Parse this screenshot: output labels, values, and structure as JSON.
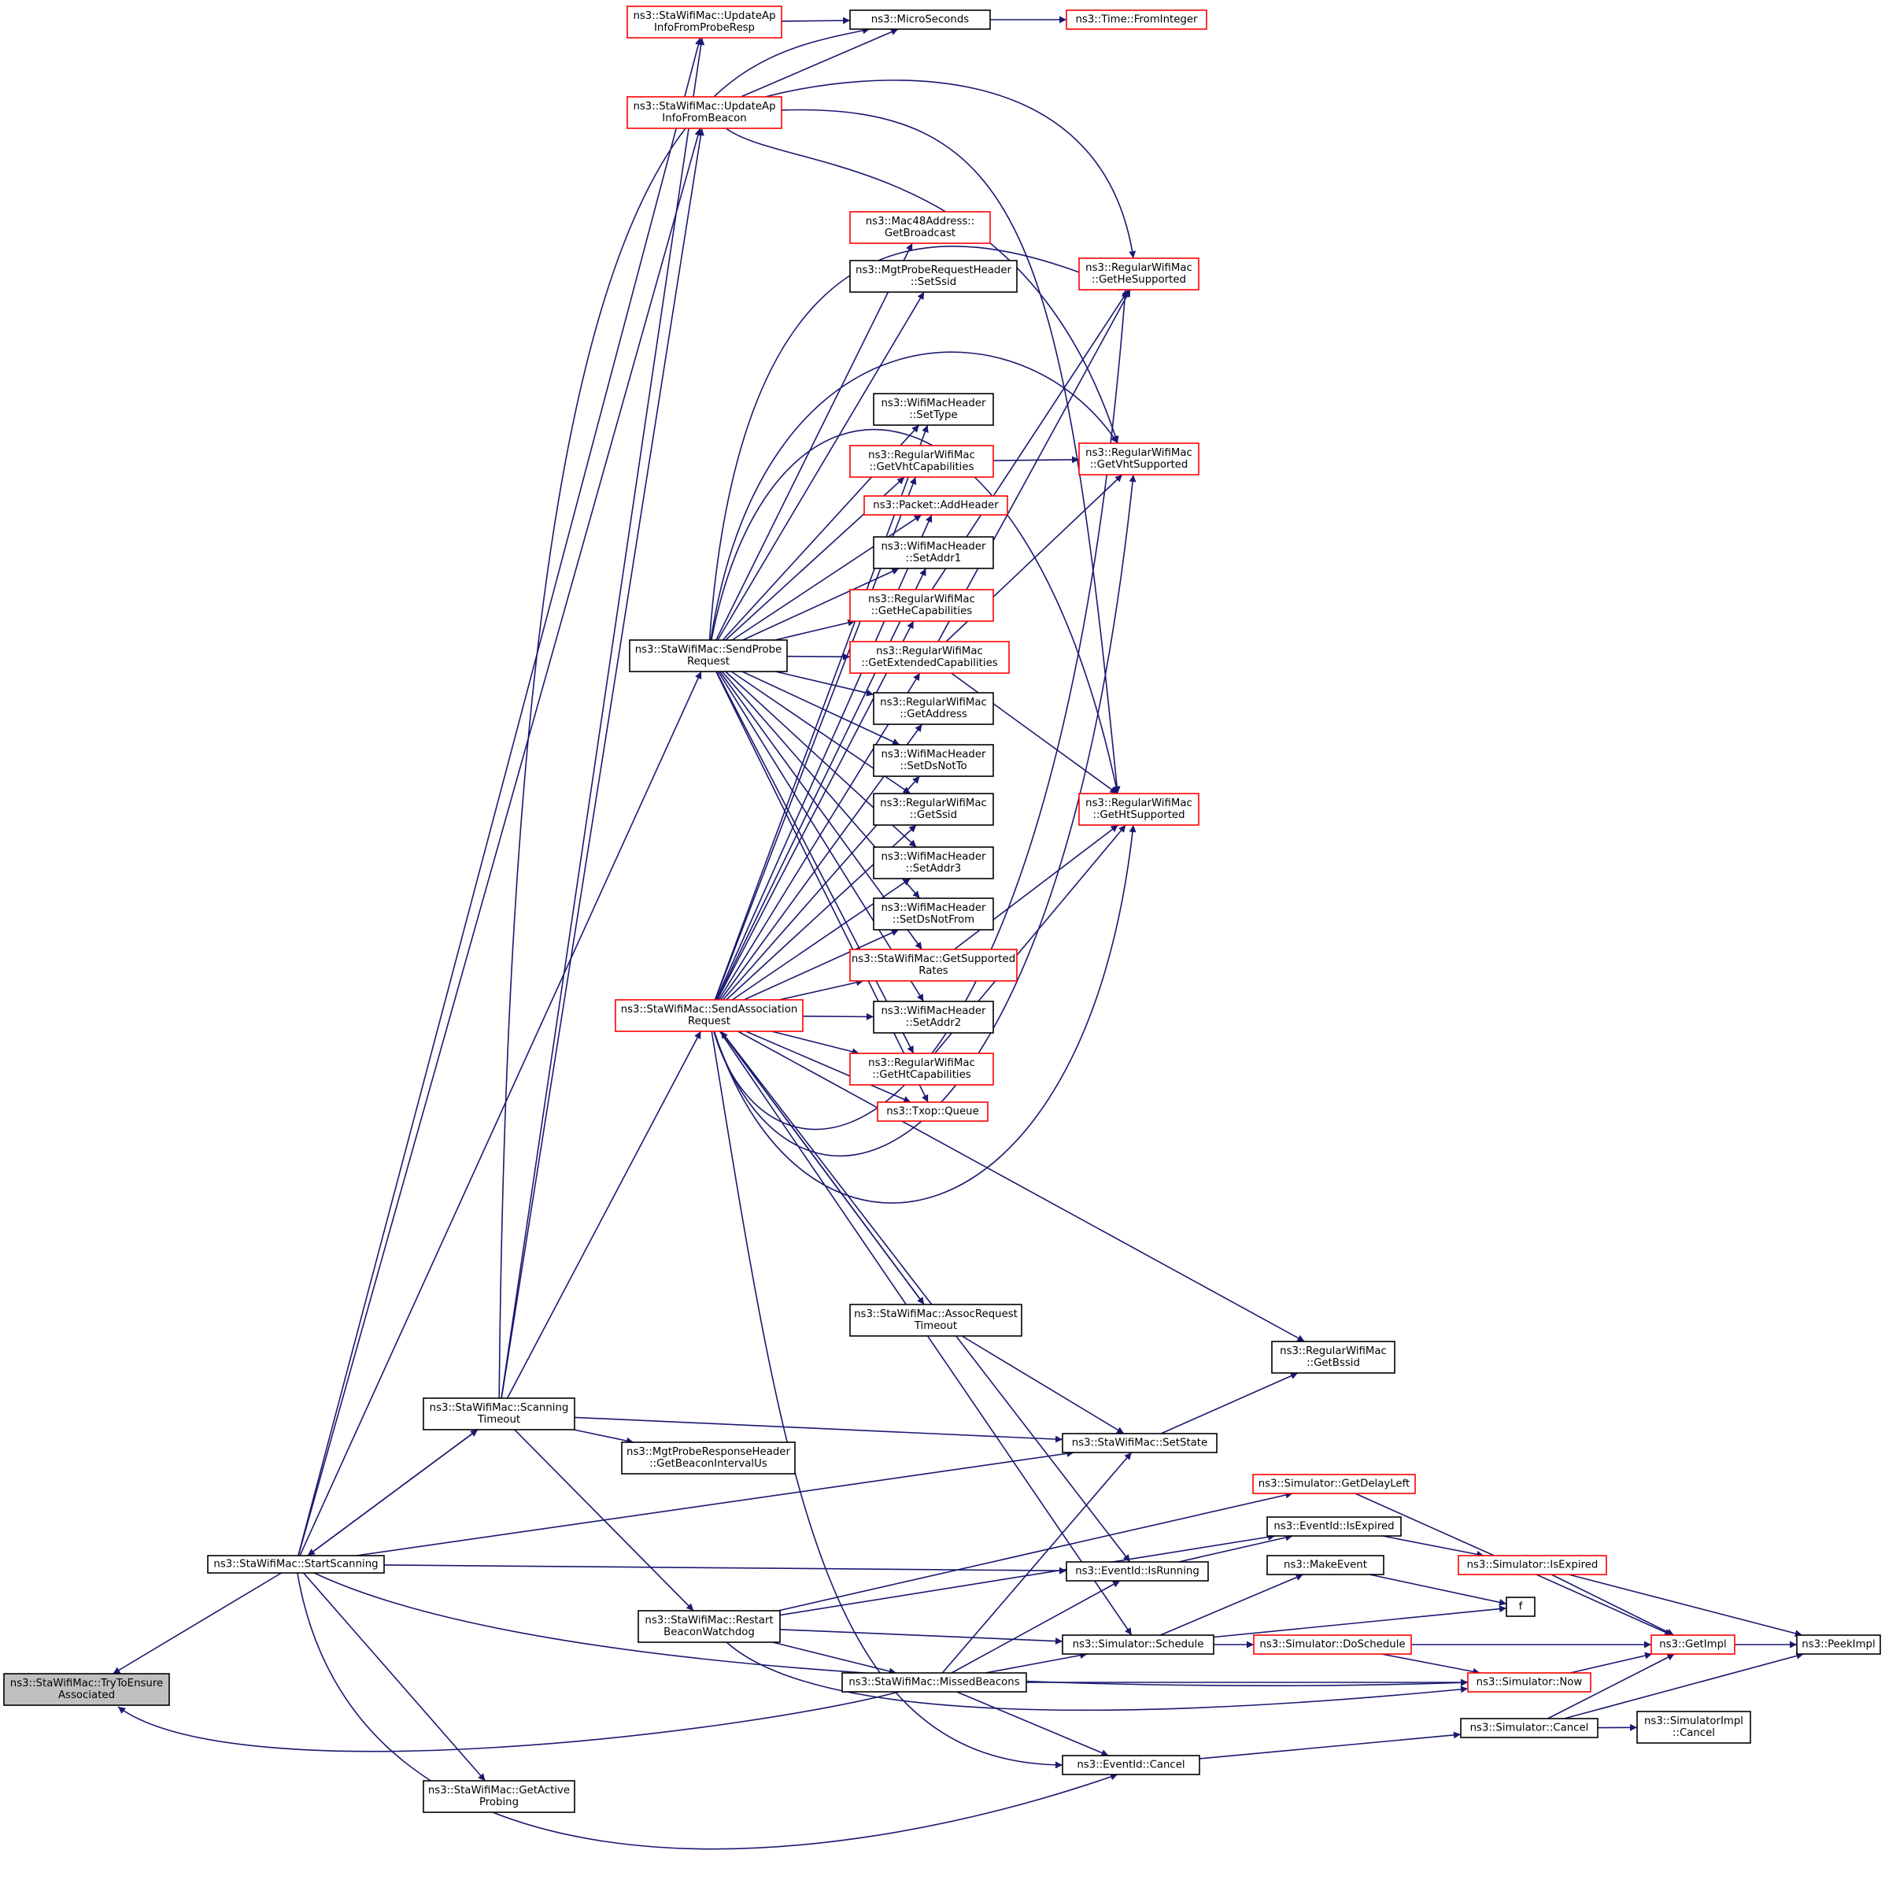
{
  "colors": {
    "edge": "#191970",
    "box_border": "#000000",
    "incomplete_border": "#ff0000",
    "focus_fill": "#bfbfbf"
  },
  "nodes": [
    {
      "id": "TryToEnsure",
      "lines": [
        "ns3::StaWifiMac::TryToEnsure",
        "Associated"
      ],
      "style": "focus"
    },
    {
      "id": "StartScanning",
      "lines": [
        "ns3::StaWifiMac::StartScanning"
      ],
      "style": "normal"
    },
    {
      "id": "ScanningTimeout",
      "lines": [
        "ns3::StaWifiMac::Scanning",
        "Timeout"
      ],
      "style": "normal"
    },
    {
      "id": "GetActiveProbing",
      "lines": [
        "ns3::StaWifiMac::GetActive",
        "Probing"
      ],
      "style": "normal"
    },
    {
      "id": "UpdateApProbe",
      "lines": [
        "ns3::StaWifiMac::UpdateAp",
        "InfoFromProbeResp"
      ],
      "style": "red"
    },
    {
      "id": "UpdateApBeacon",
      "lines": [
        "ns3::StaWifiMac::UpdateAp",
        "InfoFromBeacon"
      ],
      "style": "red"
    },
    {
      "id": "SendProbe",
      "lines": [
        "ns3::StaWifiMac::SendProbe",
        "Request"
      ],
      "style": "normal"
    },
    {
      "id": "SendAssoc",
      "lines": [
        "ns3::StaWifiMac::SendAssociation",
        "Request"
      ],
      "style": "red"
    },
    {
      "id": "MgtProbeResp",
      "lines": [
        "ns3::MgtProbeResponseHeader",
        "::GetBeaconIntervalUs"
      ],
      "style": "normal"
    },
    {
      "id": "RestartBeacon",
      "lines": [
        "ns3::StaWifiMac::Restart",
        "BeaconWatchdog"
      ],
      "style": "normal"
    },
    {
      "id": "MicroSeconds",
      "lines": [
        "ns3::MicroSeconds"
      ],
      "style": "normal"
    },
    {
      "id": "FromInteger",
      "lines": [
        "ns3::Time::FromInteger"
      ],
      "style": "red"
    },
    {
      "id": "GetBroadcast",
      "lines": [
        "ns3::Mac48Address::",
        "GetBroadcast"
      ],
      "style": "red"
    },
    {
      "id": "SetSsid",
      "lines": [
        "ns3::MgtProbeRequestHeader",
        "::SetSsid"
      ],
      "style": "normal"
    },
    {
      "id": "SetType",
      "lines": [
        "ns3::WifiMacHeader",
        "::SetType"
      ],
      "style": "normal"
    },
    {
      "id": "GetVhtCap",
      "lines": [
        "ns3::RegularWifiMac",
        "::GetVhtCapabilities"
      ],
      "style": "red"
    },
    {
      "id": "AddHeader",
      "lines": [
        "ns3::Packet::AddHeader"
      ],
      "style": "red"
    },
    {
      "id": "SetAddr1",
      "lines": [
        "ns3::WifiMacHeader",
        "::SetAddr1"
      ],
      "style": "normal"
    },
    {
      "id": "GetHeCap",
      "lines": [
        "ns3::RegularWifiMac",
        "::GetHeCapabilities"
      ],
      "style": "red"
    },
    {
      "id": "GetExtCap",
      "lines": [
        "ns3::RegularWifiMac",
        "::GetExtendedCapabilities"
      ],
      "style": "red"
    },
    {
      "id": "GetAddress",
      "lines": [
        "ns3::RegularWifiMac",
        "::GetAddress"
      ],
      "style": "normal"
    },
    {
      "id": "SetDsNotTo",
      "lines": [
        "ns3::WifiMacHeader",
        "::SetDsNotTo"
      ],
      "style": "normal"
    },
    {
      "id": "GetSsid",
      "lines": [
        "ns3::RegularWifiMac",
        "::GetSsid"
      ],
      "style": "normal"
    },
    {
      "id": "SetAddr3",
      "lines": [
        "ns3::WifiMacHeader",
        "::SetAddr3"
      ],
      "style": "normal"
    },
    {
      "id": "SetDsNotFrom",
      "lines": [
        "ns3::WifiMacHeader",
        "::SetDsNotFrom"
      ],
      "style": "normal"
    },
    {
      "id": "GetSupRates",
      "lines": [
        "ns3::StaWifiMac::GetSupported",
        "Rates"
      ],
      "style": "red"
    },
    {
      "id": "SetAddr2",
      "lines": [
        "ns3::WifiMacHeader",
        "::SetAddr2"
      ],
      "style": "normal"
    },
    {
      "id": "GetHtCap",
      "lines": [
        "ns3::RegularWifiMac",
        "::GetHtCapabilities"
      ],
      "style": "red"
    },
    {
      "id": "Queue",
      "lines": [
        "ns3::Txop::Queue"
      ],
      "style": "red"
    },
    {
      "id": "AssocTimeout",
      "lines": [
        "ns3::StaWifiMac::AssocRequest",
        "Timeout"
      ],
      "style": "normal"
    },
    {
      "id": "GetHeSup",
      "lines": [
        "ns3::RegularWifiMac",
        "::GetHeSupported"
      ],
      "style": "red"
    },
    {
      "id": "GetVhtSup",
      "lines": [
        "ns3::RegularWifiMac",
        "::GetVhtSupported"
      ],
      "style": "red"
    },
    {
      "id": "GetHtSup",
      "lines": [
        "ns3::RegularWifiMac",
        "::GetHtSupported"
      ],
      "style": "red"
    },
    {
      "id": "GetBssid",
      "lines": [
        "ns3::RegularWifiMac",
        "::GetBssid"
      ],
      "style": "normal"
    },
    {
      "id": "SetState",
      "lines": [
        "ns3::StaWifiMac::SetState"
      ],
      "style": "normal"
    },
    {
      "id": "GetDelayLeft",
      "lines": [
        "ns3::Simulator::GetDelayLeft"
      ],
      "style": "red"
    },
    {
      "id": "EvIsExpired",
      "lines": [
        "ns3::EventId::IsExpired"
      ],
      "style": "normal"
    },
    {
      "id": "EvIsRunning",
      "lines": [
        "ns3::EventId::IsRunning"
      ],
      "style": "normal"
    },
    {
      "id": "SimIsExpired",
      "lines": [
        "ns3::Simulator::IsExpired"
      ],
      "style": "red"
    },
    {
      "id": "MakeEvent",
      "lines": [
        "ns3::MakeEvent"
      ],
      "style": "normal"
    },
    {
      "id": "f",
      "lines": [
        "f"
      ],
      "style": "normal"
    },
    {
      "id": "Schedule",
      "lines": [
        "ns3::Simulator::Schedule"
      ],
      "style": "normal"
    },
    {
      "id": "DoSchedule",
      "lines": [
        "ns3::Simulator::DoSchedule"
      ],
      "style": "red"
    },
    {
      "id": "GetImpl",
      "lines": [
        "ns3::GetImpl"
      ],
      "style": "red"
    },
    {
      "id": "PeekImpl",
      "lines": [
        "ns3::PeekImpl"
      ],
      "style": "normal"
    },
    {
      "id": "MissedBeacons",
      "lines": [
        "ns3::StaWifiMac::MissedBeacons"
      ],
      "style": "normal"
    },
    {
      "id": "Now",
      "lines": [
        "ns3::Simulator::Now"
      ],
      "style": "red"
    },
    {
      "id": "SimCancel",
      "lines": [
        "ns3::Simulator::Cancel"
      ],
      "style": "normal"
    },
    {
      "id": "ImplCancel",
      "lines": [
        "ns3::SimulatorImpl",
        "::Cancel"
      ],
      "style": "normal"
    },
    {
      "id": "EvCancel",
      "lines": [
        "ns3::EventId::Cancel"
      ],
      "style": "normal"
    }
  ]
}
